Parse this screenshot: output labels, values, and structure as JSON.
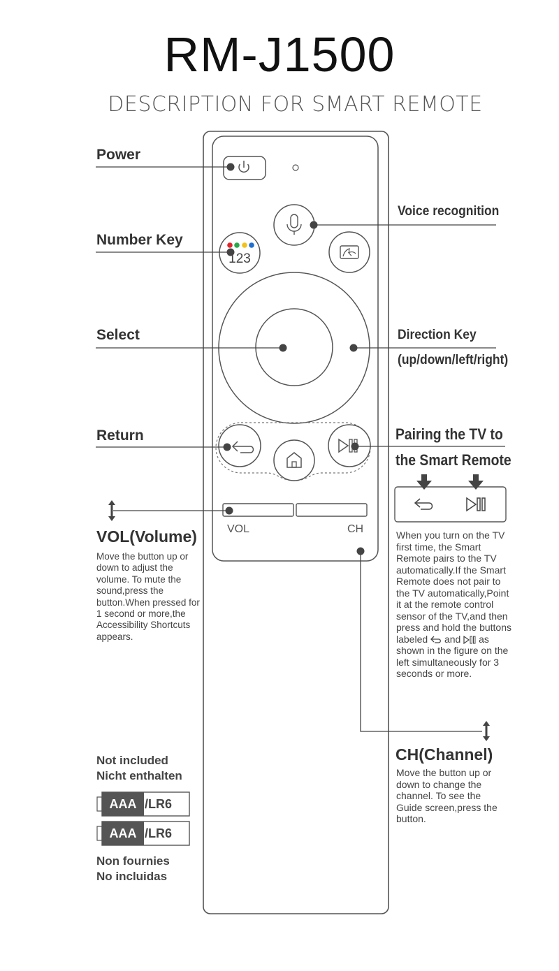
{
  "header": {
    "title": "RM-J1500",
    "subtitle": "DESCRIPTION FOR SMART REMOTE"
  },
  "callouts": {
    "power": "Power",
    "number_key": "Number Key",
    "number_key_glyph": "123",
    "voice": "Voice recognition",
    "select": "Select",
    "direction_line1": "Direction Key",
    "direction_line2": "(up/down/left/right)",
    "return": "Return",
    "pairing_line1": "Pairing the TV to",
    "pairing_line2": "the Smart Remote"
  },
  "remote": {
    "vol_label": "VOL",
    "ch_label": "CH"
  },
  "volume": {
    "heading": "VOL(Volume)",
    "description": "Move the button up or\ndown  to adjust the\nvolume. To  mute  the\nsound,press the\nbutton.When pressed for\n1 second or more,the\nAccessibility Shortcuts\nappears."
  },
  "pairing": {
    "text_before": "When you turn on the TV first time, the Smart Remote pairs to the TV automatically.If the Smart Remote does not pair to the TV automatically,Point it at the remote control sensor of the TV,and then press and hold the buttons labeled",
    "text_and": "and",
    "text_after": "as shown in the figure on the left simultaneously for 3 seconds or more."
  },
  "channel": {
    "heading": "CH(Channel)",
    "description": "Move the button up or\ndown  to change the\nchannel. To  see  the\nGuide screen,press the\nbutton."
  },
  "batteries": {
    "line1": "Not included",
    "line2": "Nicht enthalten",
    "items": [
      {
        "type": "AAA",
        "suffix": "/LR6"
      },
      {
        "type": "AAA",
        "suffix": "/LR6"
      }
    ],
    "line3": "Non fournies",
    "line4": "No incluidas"
  },
  "colors": {
    "outline": "#555555",
    "dot_red": "#e0262b",
    "dot_green": "#2aa84a",
    "dot_yellow": "#f2c21a",
    "dot_blue": "#1e6fcf",
    "battery_fill": "#555555"
  },
  "icons": [
    "power-icon",
    "microphone-icon",
    "ambient-icon",
    "return-icon",
    "home-icon",
    "play-pause-icon",
    "double-arrow-icon",
    "down-arrow-icon"
  ]
}
